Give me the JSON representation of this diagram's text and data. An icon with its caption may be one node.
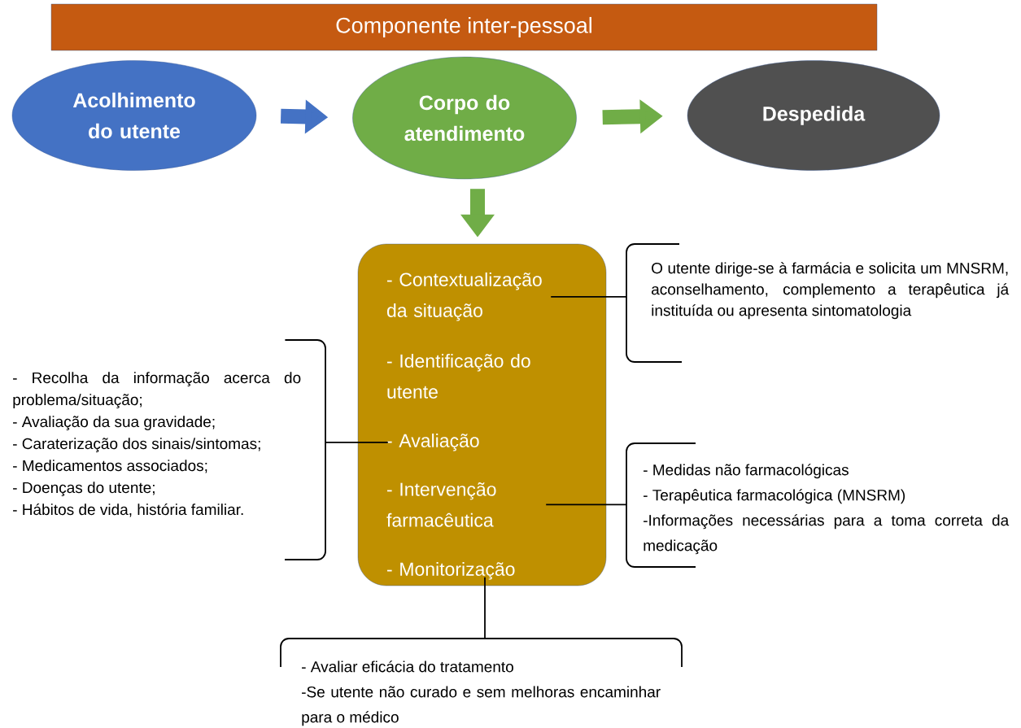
{
  "diagram": {
    "nodes": [
      {
        "text": [
          "Componente inter-pessoal"
        ]
      },
      {
        "text": [
          "Acolhimento do utente"
        ]
      },
      {
        "text": [
          "Corpo do atendimento"
        ]
      },
      {
        "text": [
          "Despedida"
        ]
      },
      {
        "text": [],
        "shape": "box"
      },
      {
        "text": [
          "- Contextualização da situação"
        ],
        "in": 4
      },
      {
        "text": [
          "- Identificação do utente"
        ],
        "in": 4
      },
      {
        "text": [
          "- Avaliação"
        ],
        "in": 4
      },
      {
        "text": [
          "- Intervenção farmacêutica"
        ],
        "in": 4
      },
      {
        "text": [
          "- Monitorização"
        ],
        "in": 4
      },
      {
        "text": [
          "O utente dirige-se à farmácia e solicita um MNSRM, aconselhamento, complemento a terapêutica já instituída ou apresenta sintomatologia"
        ]
      },
      {
        "text": [
          "- Recolha da informação acerca do problema/situação;",
          "- Avaliação da sua gravidade;",
          "- Caraterização dos sinais/sintomas;",
          "- Medicamentos associados;",
          "- Doenças do utente;",
          "- Hábitos de vida, história familiar."
        ]
      },
      {
        "text": [
          "- Medidas não farmacológicas",
          "- Terapêutica farmacológica (MNSRM)",
          "-Informações necessárias para a toma correta da medicação"
        ]
      },
      {
        "text": [
          "- Avaliar eficácia do tratamento",
          "-Se utente não curado e sem melhoras encaminhar para o médico"
        ]
      }
    ],
    "edges": [
      {
        "from": 1,
        "to": 2,
        "arrow": "to",
        "style": "thick",
        "color": "#4472c4"
      },
      {
        "from": 2,
        "to": 3,
        "arrow": "to",
        "style": "thick",
        "color": "#70ad47"
      },
      {
        "from": 2,
        "to": 4,
        "arrow": "to",
        "style": "thick",
        "color": "#70ad47"
      },
      {
        "from": 10,
        "to": 5,
        "arrow": "none"
      },
      {
        "from": 11,
        "to": 7,
        "arrow": "none"
      },
      {
        "from": 12,
        "to": 8,
        "arrow": "none"
      },
      {
        "from": 13,
        "to": 9,
        "arrow": "none"
      }
    ]
  }
}
